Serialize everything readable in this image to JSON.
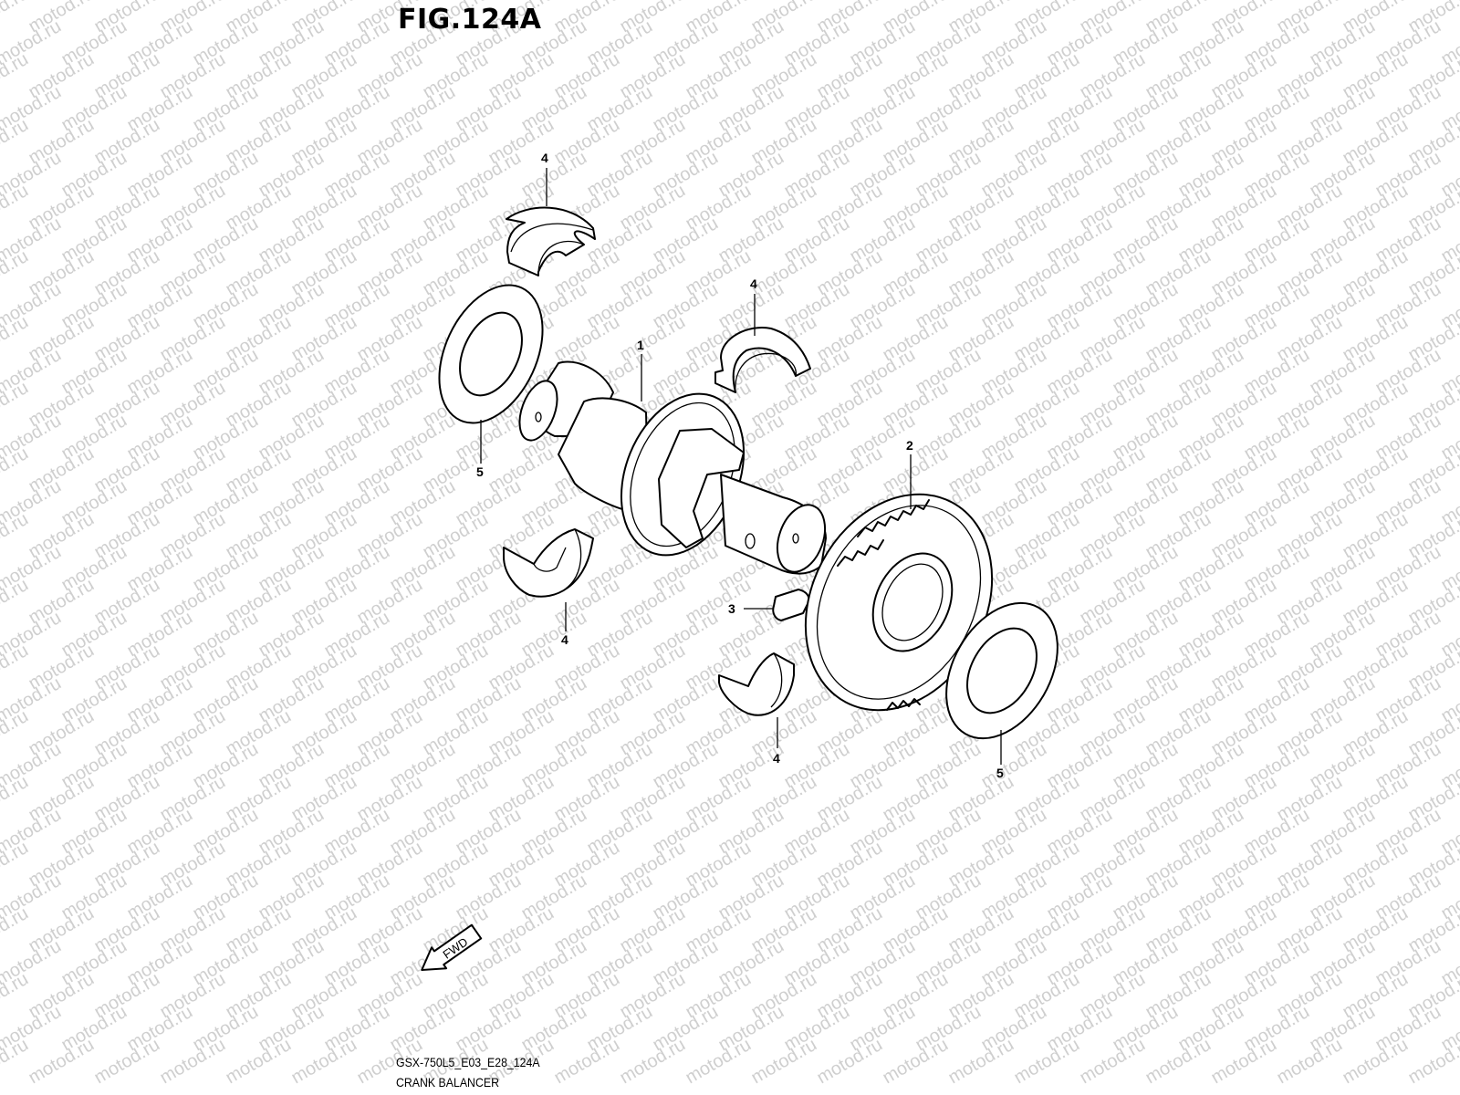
{
  "figure": {
    "title": "FIG.124A",
    "code": "GSX-750L5_E03_E28_124A",
    "name": "CRANK BALANCER"
  },
  "watermark": {
    "text": "motod.ru",
    "color": "#cfcfcf"
  },
  "fwd_label": "FWD",
  "callouts": {
    "shaft": "1",
    "gear": "2",
    "key": "3",
    "bearing_top": "4",
    "bearing_right_top": "4",
    "bearing_left_bottom": "4",
    "bearing_right_bottom": "4",
    "washer_left": "5",
    "washer_right": "5"
  }
}
